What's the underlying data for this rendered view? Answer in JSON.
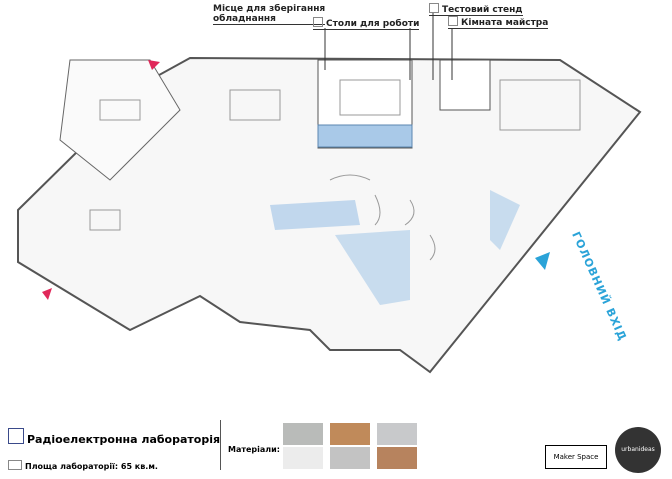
{
  "callouts": {
    "storage": "Місце для зберігання",
    "storage2": "обладнання",
    "desks": "Столи для роботи",
    "test": "Тестовий стенд",
    "master": "Кімната майстра"
  },
  "entrance": "ГОЛОВНИЙ ВХІД",
  "legend": {
    "title": "Радіоелектронна лабораторія",
    "area": "Площа лабораторії: 65 кв.м.",
    "materials": "Матеріали:"
  },
  "materials": [
    "#b9bbb9",
    "#c08a5a",
    "#c8c9cb",
    "#ececec",
    "#c3c3c3",
    "#b7835e"
  ],
  "logos": {
    "maker": "Maker Space",
    "urban": "urbanideas"
  },
  "colors": {
    "glass": "#a9c9e8",
    "arrow_pink": "#e0285a",
    "arrow_blue": "#2aa3d8"
  }
}
